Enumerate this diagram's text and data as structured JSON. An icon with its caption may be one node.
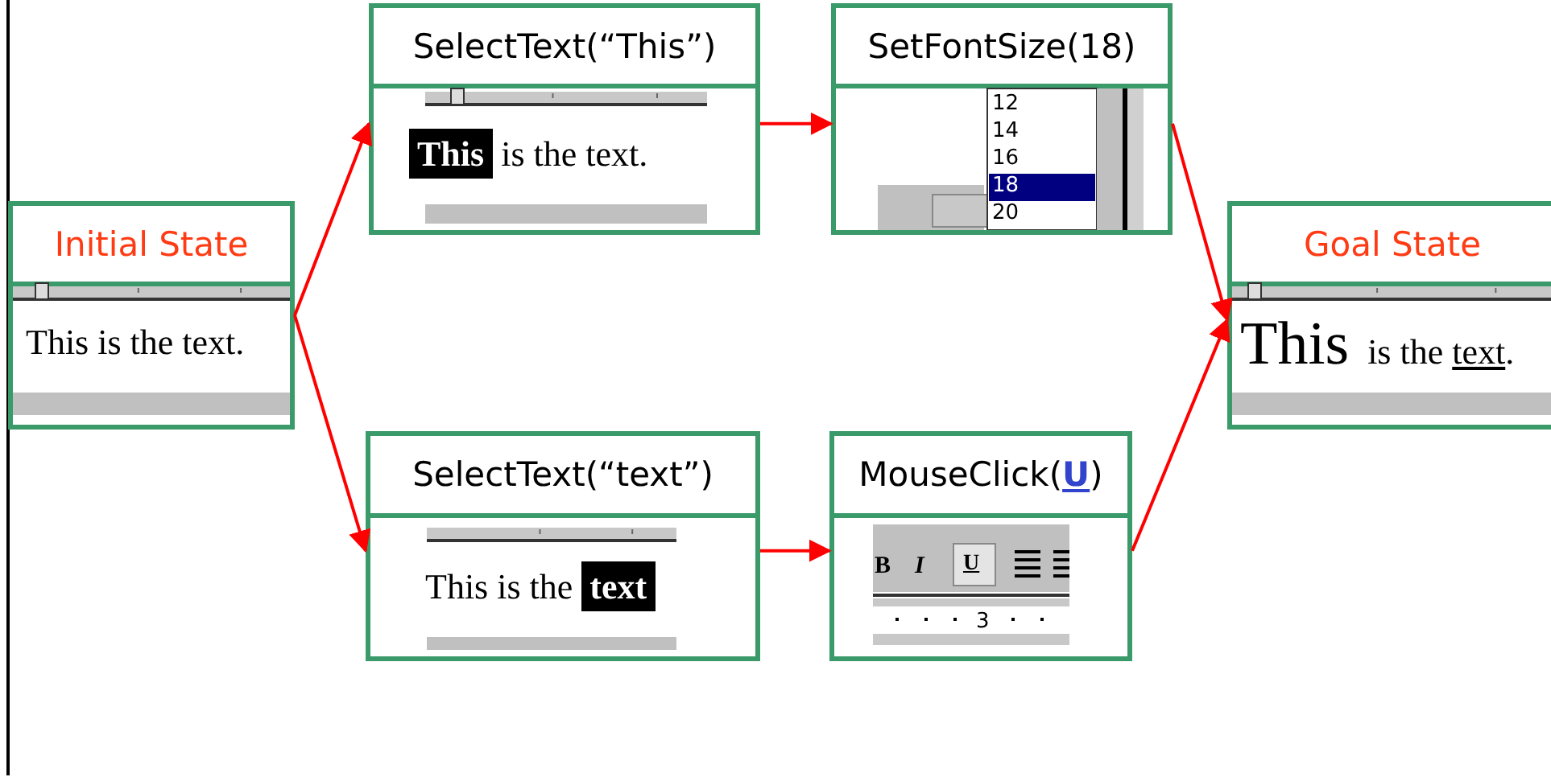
{
  "diagram": {
    "nodes": [
      {
        "text": [
          "Initial State",
          "This is the text."
        ]
      },
      {
        "text": [
          "SelectText(“This”)",
          "**This** is the text."
        ]
      },
      {
        "text": [
          "SetFontSize(18)"
        ]
      },
      {
        "text": [
          "SelectText(“text”)",
          "This is the **text**"
        ]
      },
      {
        "text": [
          "MouseClick(**U**)"
        ]
      },
      {
        "text": [
          "Goal State",
          "This is the text."
        ]
      }
    ],
    "edges": [
      {
        "from": 0,
        "to": 1,
        "arrow": "to"
      },
      {
        "from": 0,
        "to": 3,
        "arrow": "to"
      },
      {
        "from": 1,
        "to": 2,
        "arrow": "to"
      },
      {
        "from": 3,
        "to": 4,
        "arrow": "to"
      },
      {
        "from": 2,
        "to": 5,
        "arrow": "to"
      },
      {
        "from": 4,
        "to": 5,
        "arrow": "to"
      }
    ],
    "labels": [
      "12",
      "14",
      "16",
      "18",
      "20",
      "B",
      "I",
      "U",
      "3"
    ]
  }
}
